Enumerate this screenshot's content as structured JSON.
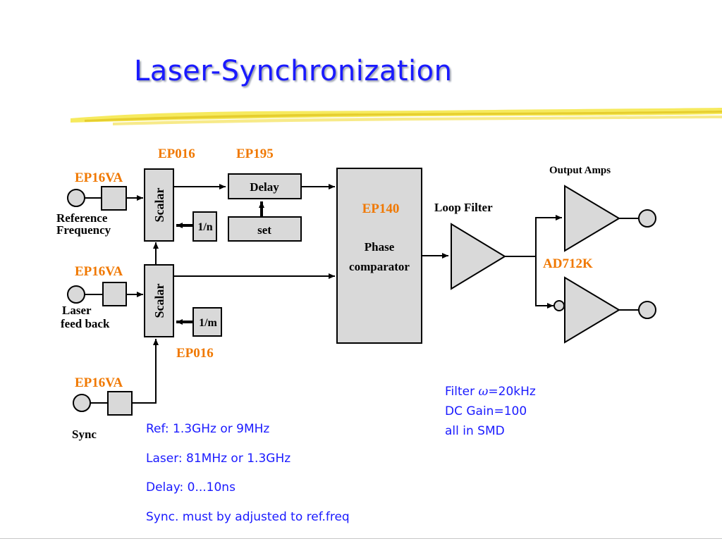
{
  "title": "Laser-Synchronization",
  "chips": {
    "ep016_top": "EP016",
    "ep195": "EP195",
    "ep16va_1": "EP16VA",
    "ep16va_2": "EP16VA",
    "ep16va_3": "EP16VA",
    "ep140": "EP140",
    "ep016_bottom": "EP016",
    "ad712k": "AD712K"
  },
  "blocks": {
    "scalar_top": "Scalar",
    "scalar_bottom": "Scalar",
    "delay": "Delay",
    "set": "set",
    "div_n": "1/n",
    "div_m": "1/m",
    "phase_line1": "Phase",
    "phase_line2": "comparator"
  },
  "labels": {
    "reference_line1": "Reference",
    "reference_line2": "Frequency",
    "laser_line1": "Laser",
    "laser_line2": "feed back",
    "sync": "Sync",
    "output_amps": "Output Amps",
    "loop_filter": "Loop Filter"
  },
  "notes_left": [
    "Ref: 1.3GHz or 9MHz",
    "Laser: 81MHz or 1.3GHz",
    "Delay: 0...10ns",
    "Sync. must by adjusted to ref.freq"
  ],
  "notes_right": {
    "filter_prefix": "Filter ",
    "filter_symbol": "ω",
    "filter_suffix": "=20kHz",
    "dc_gain": "DC Gain=100",
    "smd": "all in SMD"
  },
  "colors": {
    "title": "#1a1aff",
    "chip_label": "#f07800",
    "notes": "#1a1aff",
    "block_fill": "#d9d9d9",
    "brush": "#f5e642"
  }
}
